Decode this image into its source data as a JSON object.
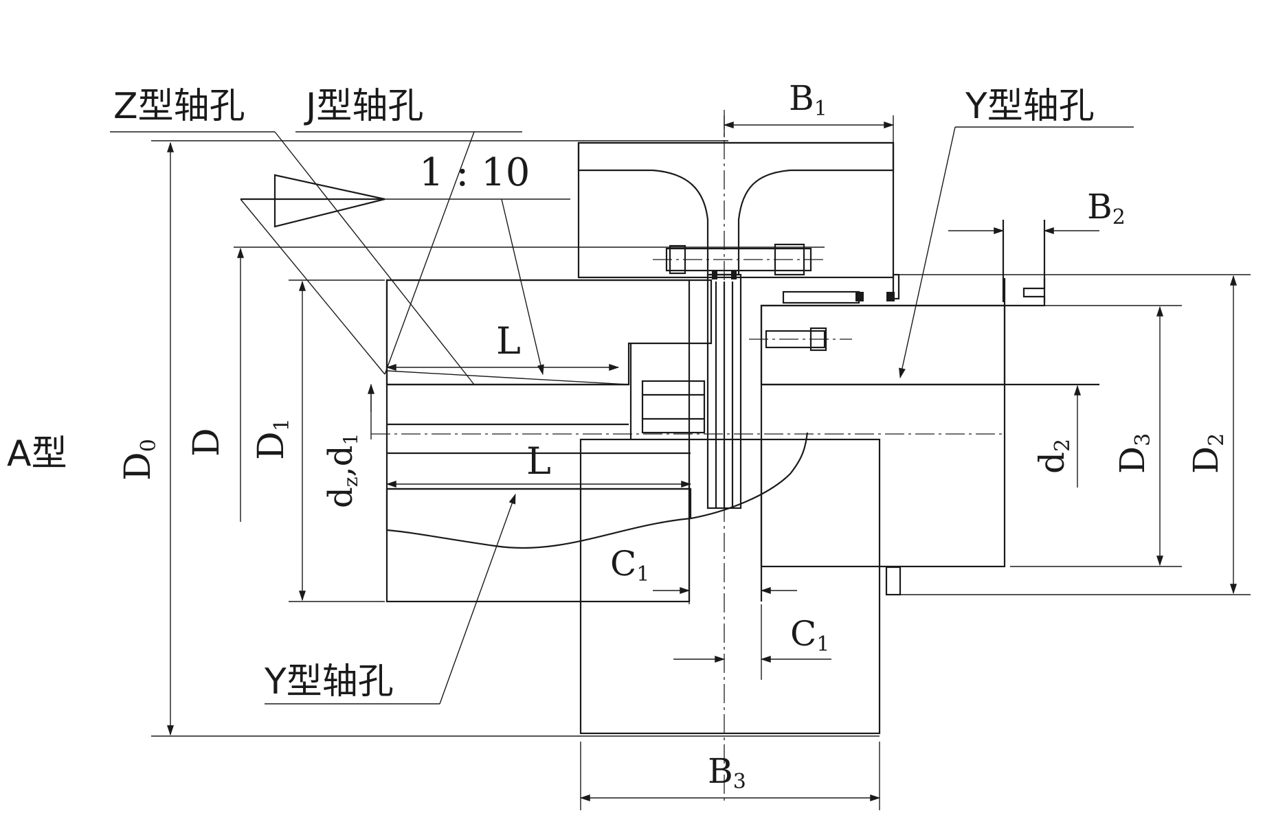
{
  "labels": {
    "z_bore": "Z型轴孔",
    "j_bore": "J型轴孔",
    "y_bore_right": "Y型轴孔",
    "y_bore_bottom": "Y型轴孔",
    "taper": "1 : 10",
    "type_a": "A型",
    "l_upper": "L",
    "l_lower": "L",
    "b1": "B",
    "b1_sub": "1",
    "b2": "B",
    "b2_sub": "2",
    "b3": "B",
    "b3_sub": "3",
    "c1_left": "C",
    "c1_left_sub": "1",
    "c1_right": "C",
    "c1_right_sub": "1",
    "d0": "D",
    "d0_sub": "0",
    "d": "D",
    "d1_big": "D",
    "d1_big_sub": "1",
    "dz_d1": "d",
    "dz_d1_sub_z": "z",
    "dz_d1_comma": ",",
    "dz_d1_d": "d",
    "dz_d1_sub_1": "1",
    "d2_small": "d",
    "d2_small_sub": "2",
    "d3": "D",
    "d3_sub": "3",
    "d2_big": "D",
    "d2_big_sub": "2"
  },
  "colors": {
    "ink": "#1a1a1a",
    "paper": "#ffffff"
  }
}
